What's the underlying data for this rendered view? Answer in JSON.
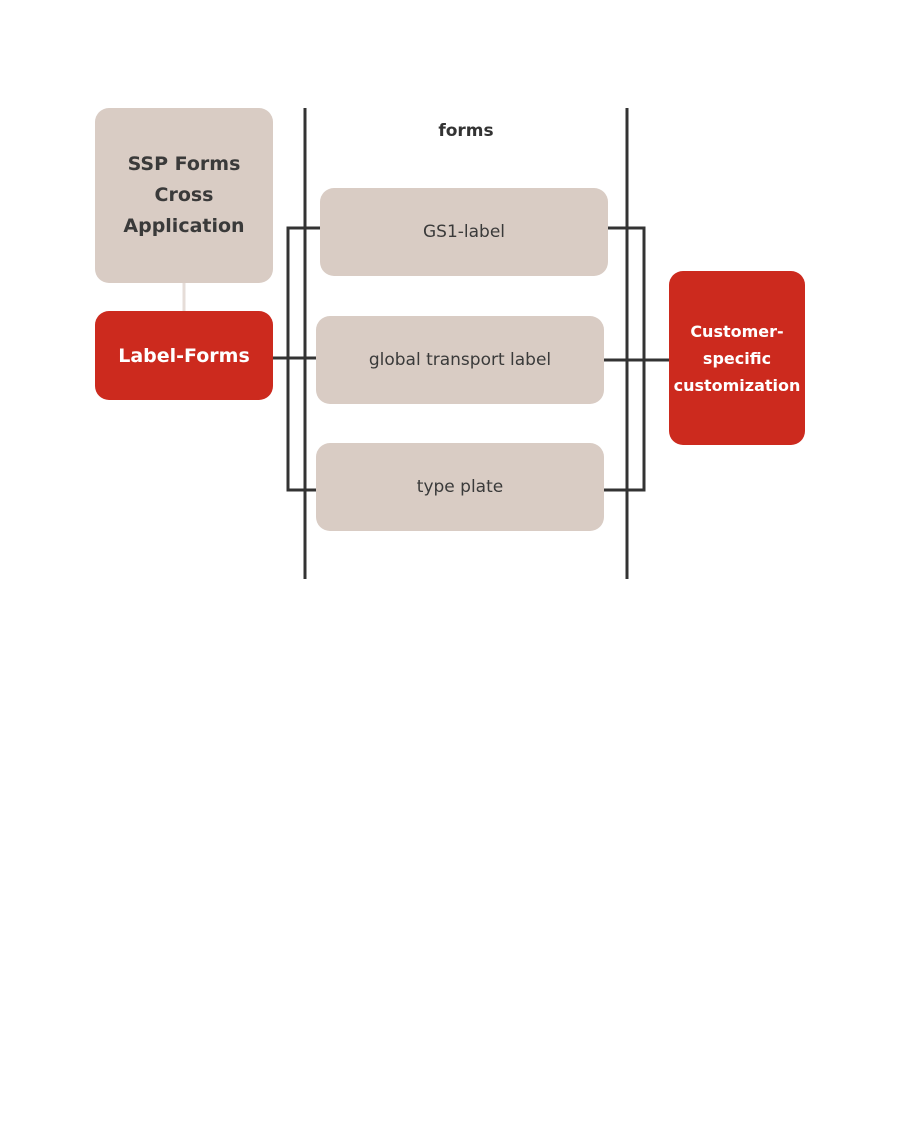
{
  "colors": {
    "beige": "#d9ccc4",
    "red": "#cc2a1e",
    "line": "#333333"
  },
  "diagram": {
    "root": "SSP Forms Cross Application",
    "category": "Label-Forms",
    "column_title": "forms",
    "forms": [
      "GS1-label",
      "global transport label",
      "type plate"
    ],
    "output": "Customer-specific customization"
  }
}
